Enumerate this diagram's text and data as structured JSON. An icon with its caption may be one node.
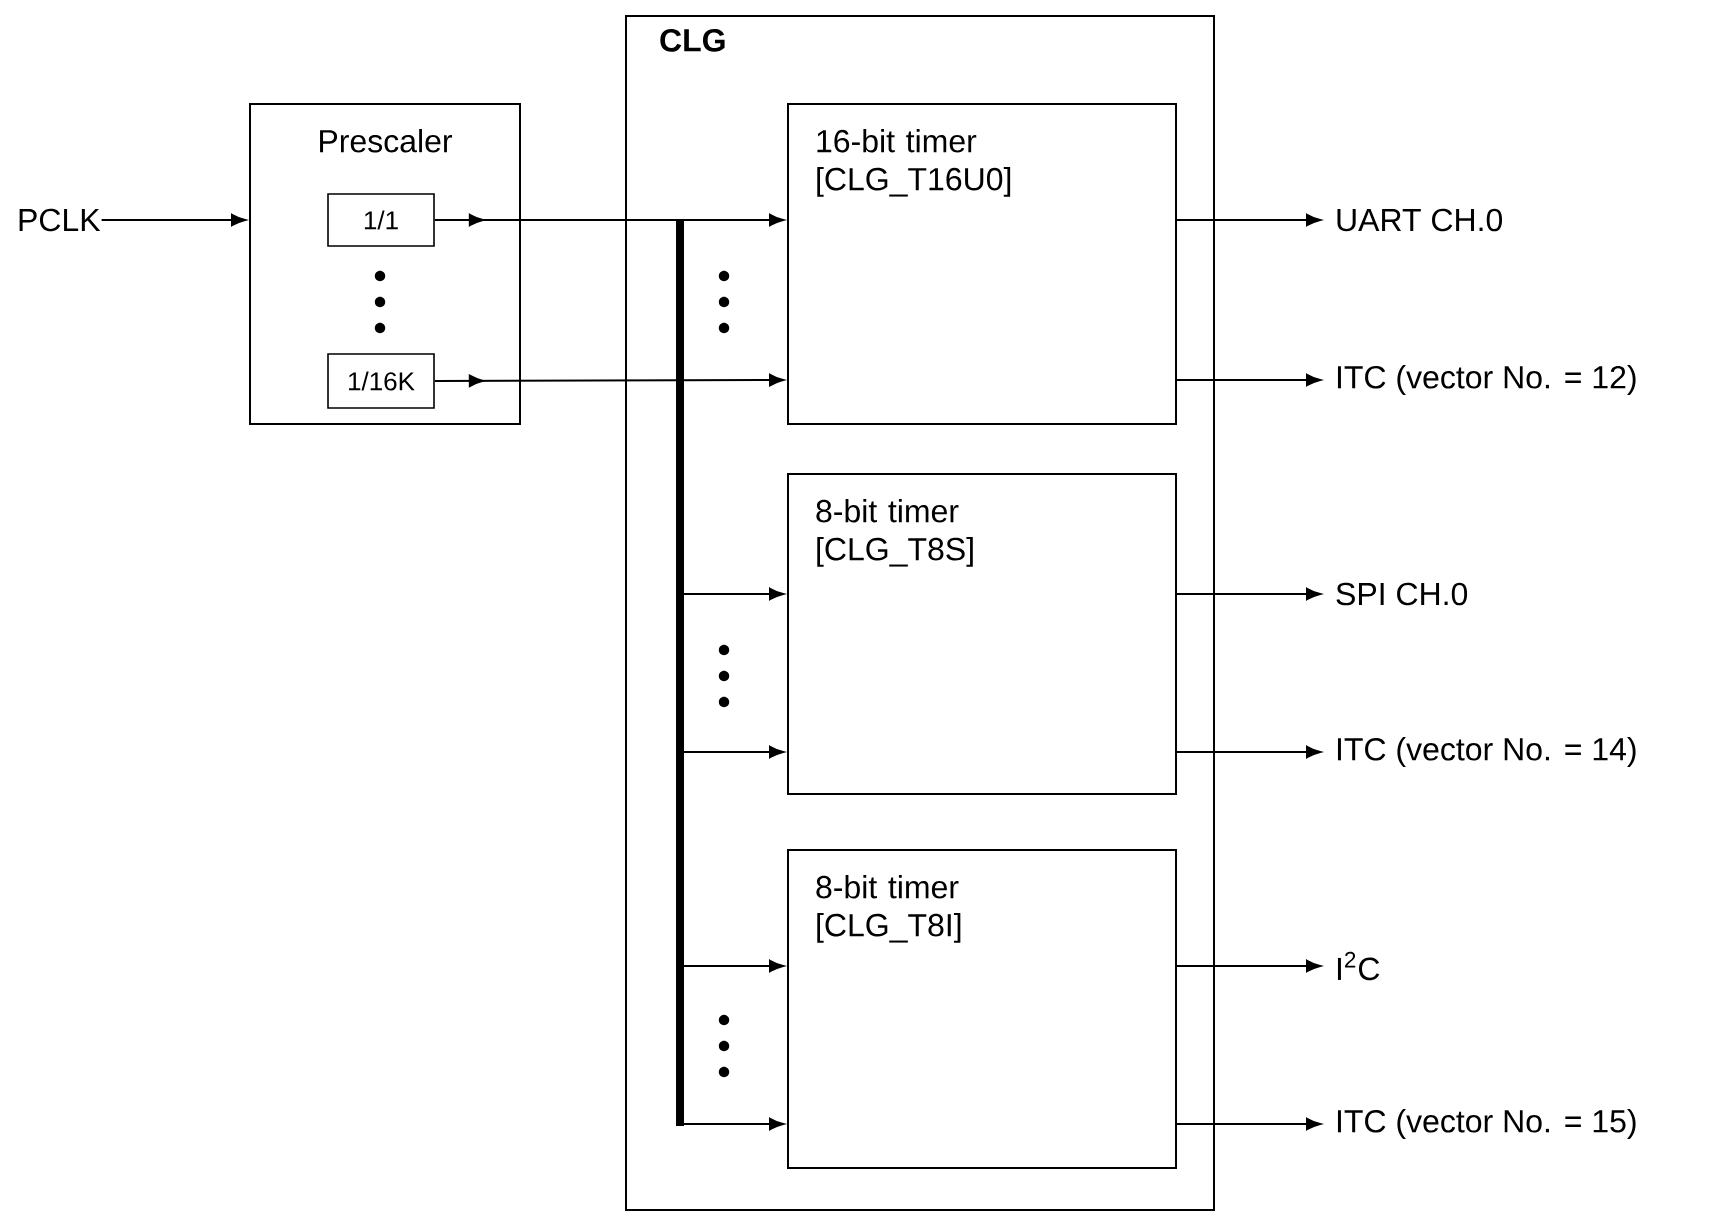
{
  "diagram": {
    "nodes": [
      {
        "text": [
          "PCLK"
        ]
      },
      {
        "text": [
          "Prescaler"
        ]
      },
      {
        "text": [
          "1/1"
        ],
        "in": 1
      },
      {
        "text": [
          "1/16K"
        ],
        "in": 1
      },
      {
        "text": [
          "CLG"
        ]
      },
      {
        "text": [],
        "shape": "bar",
        "in": 4
      },
      {
        "text": [
          "16-bit timer [CLG_T16U0]"
        ],
        "in": 4
      },
      {
        "text": [
          "8-bit timer [CLG_T8S]"
        ],
        "in": 4
      },
      {
        "text": [
          "8-bit timer [CLG_T8I]"
        ],
        "in": 4
      },
      {
        "text": [
          "UART CH.0"
        ]
      },
      {
        "text": [
          "ITC (vector No. = 12)"
        ]
      },
      {
        "text": [
          "SPI CH.0"
        ]
      },
      {
        "text": [
          "ITC (vector No. = 14)"
        ]
      },
      {
        "text": [
          "I$^{2}$C"
        ]
      },
      {
        "text": [
          "ITC (vector No. = 15)"
        ]
      }
    ],
    "edges": [
      {
        "from": 0,
        "to": 1,
        "arrow": "to"
      },
      {
        "from": 2,
        "to": 6,
        "arrow": "to"
      },
      {
        "from": 3,
        "to": 6,
        "arrow": "to"
      },
      {
        "from": 5,
        "to": 7,
        "arrow": "to"
      },
      {
        "from": 5,
        "to": 7,
        "arrow": "to"
      },
      {
        "from": 5,
        "to": 8,
        "arrow": "to"
      },
      {
        "from": 5,
        "to": 8,
        "arrow": "to"
      },
      {
        "from": 6,
        "to": 9,
        "arrow": "to"
      },
      {
        "from": 6,
        "to": 10,
        "arrow": "to"
      },
      {
        "from": 7,
        "to": 11,
        "arrow": "to"
      },
      {
        "from": 7,
        "to": 12,
        "arrow": "to"
      },
      {
        "from": 8,
        "to": 13,
        "arrow": "to"
      },
      {
        "from": 8,
        "to": 14,
        "arrow": "to"
      }
    ]
  }
}
